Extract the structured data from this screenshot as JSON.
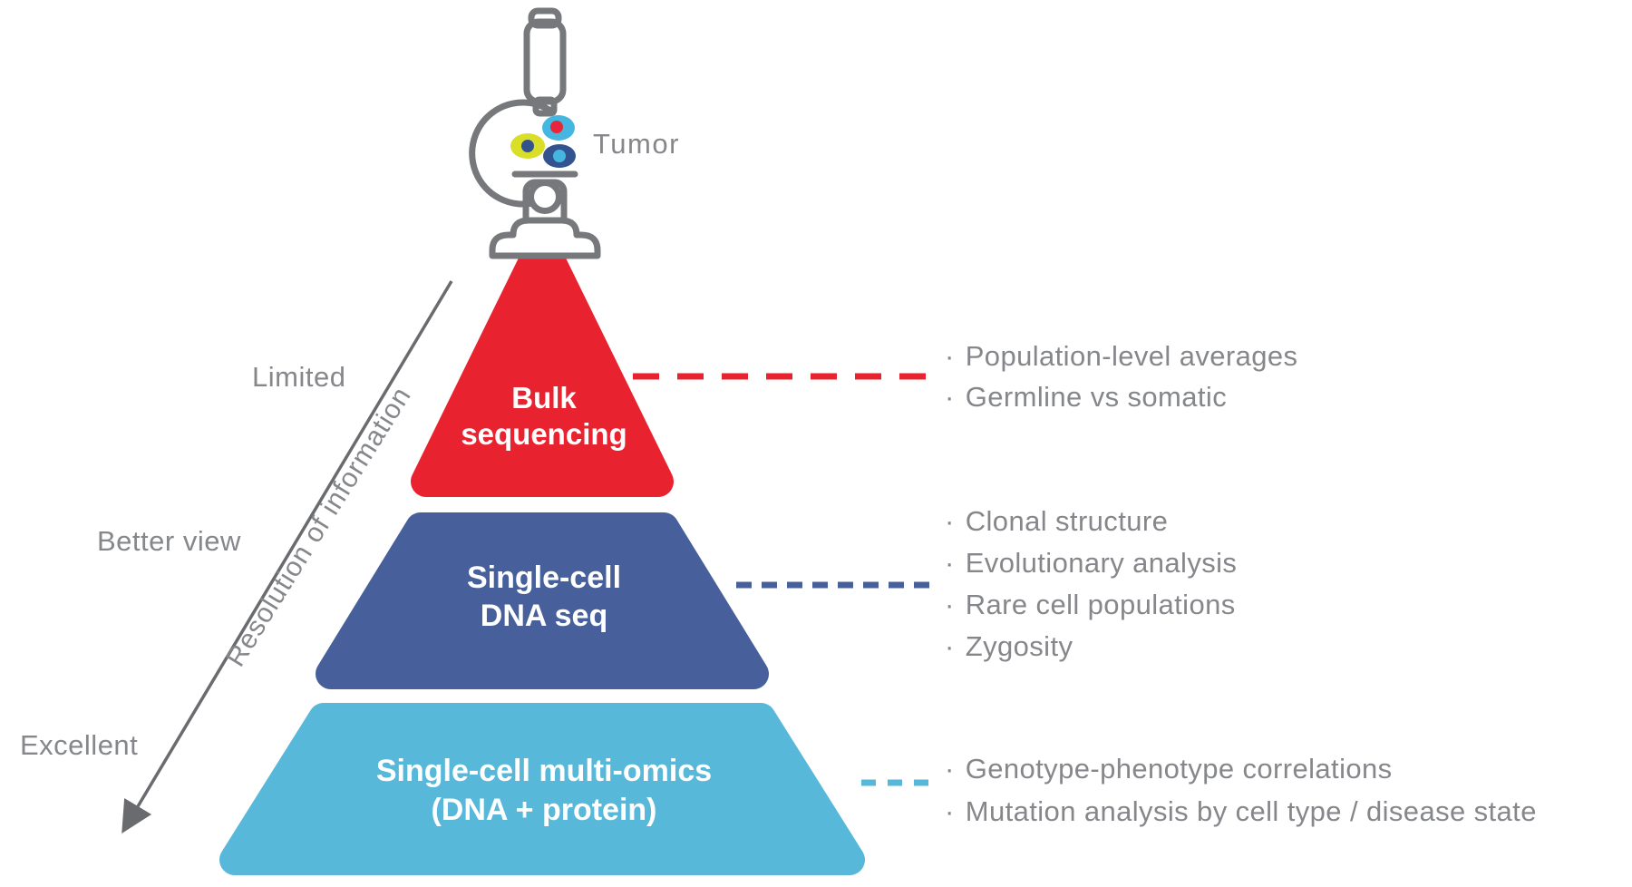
{
  "palette": {
    "red": "#E9222F",
    "dark_blue": "#47609C",
    "light_blue": "#57B8DA",
    "text_gray": "#85878A",
    "line_gray": "#6A6B6E",
    "icon_gray": "#77787B",
    "cell_cyan": "#45B6E0",
    "cell_yellow": "#D9DE28",
    "cell_navy": "#33538F",
    "nucleus_red": "#E8263B",
    "white": "#FFFFFF"
  },
  "microscope": {
    "label": "Tumor"
  },
  "axis": {
    "label": "Resolution of information",
    "limited": "Limited",
    "better": "Better view",
    "excellent": "Excellent"
  },
  "bullet_glyph": "·",
  "pyramid": {
    "levels": [
      {
        "title_lines": [
          "Bulk",
          "sequencing"
        ],
        "color": "#E9222F",
        "bullets": [
          "Population-level averages",
          "Germline vs somatic"
        ]
      },
      {
        "title_lines": [
          "Single-cell",
          "DNA seq"
        ],
        "color": "#47609C",
        "bullets": [
          "Clonal structure",
          "Evolutionary analysis",
          "Rare cell populations",
          "Zygosity"
        ]
      },
      {
        "title_lines": [
          "Single-cell multi-omics",
          "(DNA + protein)"
        ],
        "color": "#57B8DA",
        "bullets": [
          "Genotype-phenotype correlations",
          "Mutation analysis by cell type / disease state"
        ]
      }
    ]
  }
}
